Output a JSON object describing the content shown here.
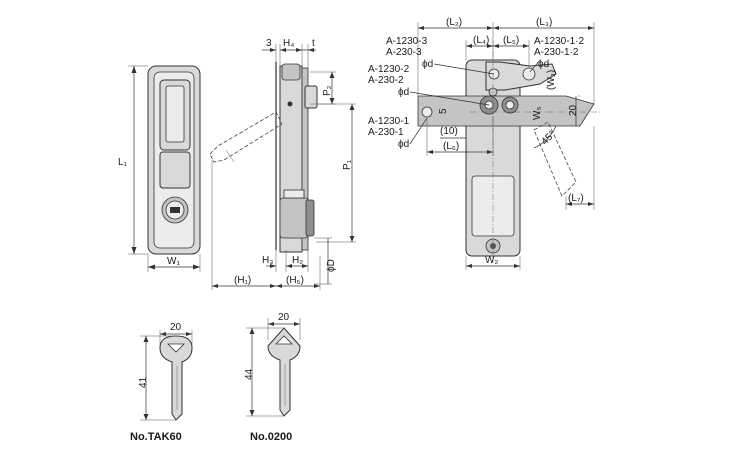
{
  "front_view": {
    "L1": "L₁",
    "W1": "W₁"
  },
  "side_view": {
    "dim_3": "3",
    "H4": "H₄",
    "t": "t",
    "P2": "P₂",
    "P1": "P₁",
    "H3": "H₃",
    "H2": "H₂",
    "H1": "(H₁)",
    "H5": "(H₅)",
    "phiD": "ϕD"
  },
  "plan_view": {
    "L2": "(L₂)",
    "L3": "(L₃)",
    "L4": "(L₄)",
    "L5": "(L₅)",
    "L6": "(L₆)",
    "L7": "(L₇)",
    "W2": "W₂",
    "W3": "(W₃)",
    "W5": "W₅",
    "dim_5": "5",
    "dim_20": "20",
    "dim_10": "(10)",
    "angle": "45°",
    "a1230_3": "A-1230-3",
    "a230_3": "A-230-3",
    "phid_3": "ϕd",
    "a1230_2": "A-1230-2",
    "a230_2": "A-230-2",
    "phid_2": "ϕd",
    "a1230_1": "A-1230-1",
    "a230_1": "A-230-1",
    "phid_1": "ϕd",
    "a1230_12": "A-1230-1·2",
    "a230_12": "A-230-1·2",
    "phid_12": "ϕd"
  },
  "keys": {
    "key1": {
      "width": "20",
      "height": "41",
      "name": "No.TAK60"
    },
    "key2": {
      "width": "20",
      "height": "44",
      "name": "No.0200"
    }
  }
}
